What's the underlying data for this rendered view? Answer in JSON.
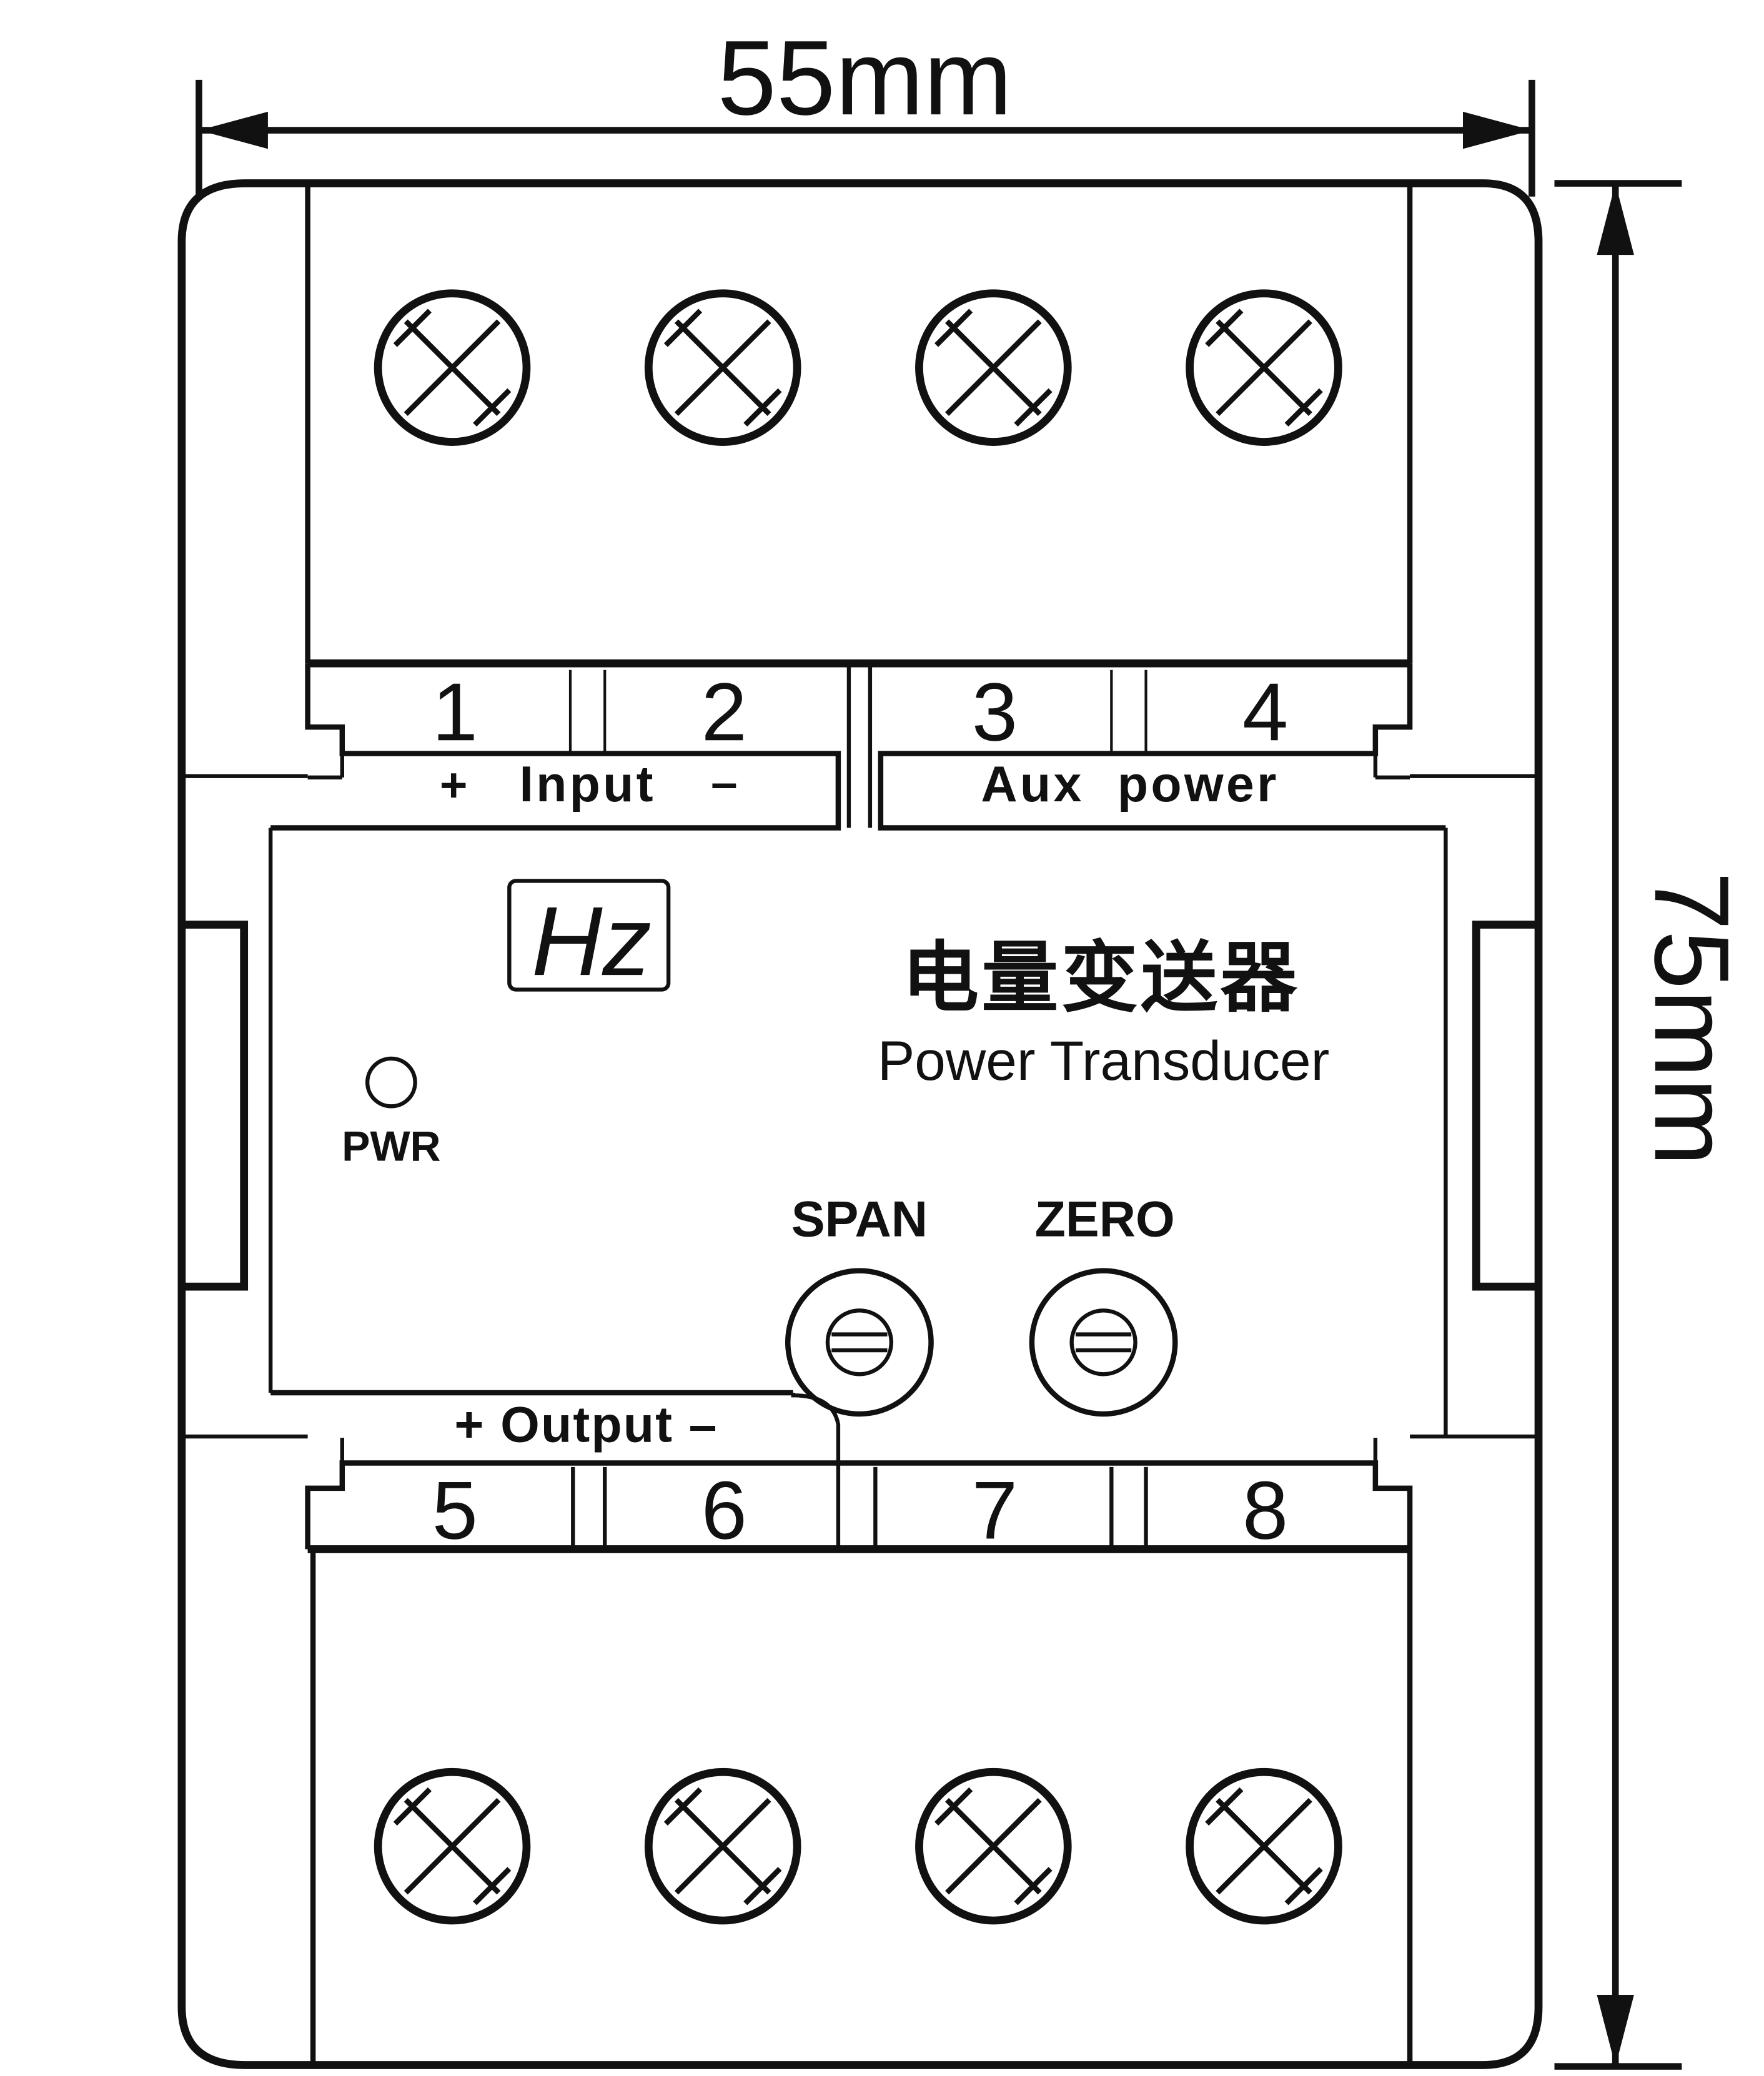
{
  "dimensions": {
    "width": "55mm",
    "height": "75mm"
  },
  "top_terminals": {
    "numbers": [
      "1",
      "2",
      "3",
      "4"
    ],
    "input_plus": "+",
    "input_label": "Input",
    "input_minus": "–",
    "aux_label": "Aux  power"
  },
  "bottom_terminals": {
    "numbers": [
      "5",
      "6",
      "7",
      "8"
    ],
    "output_label": "+ Output –"
  },
  "panel": {
    "unit_badge": "Hz",
    "title_cn": "电量变送器",
    "title_en": "Power Transducer",
    "pwr_label": "PWR",
    "span_label": "SPAN",
    "zero_label": "ZERO"
  }
}
